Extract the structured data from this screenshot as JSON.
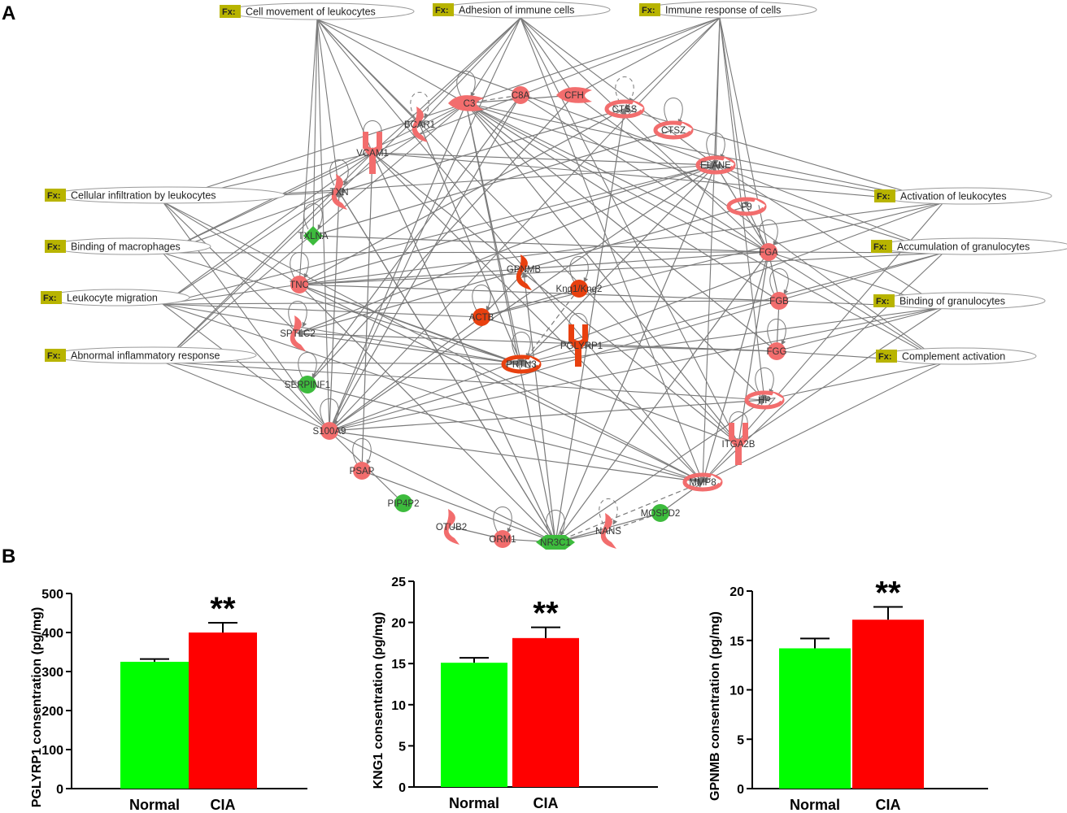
{
  "panels": {
    "a": "A",
    "b": "B"
  },
  "network": {
    "fx_tag": "Fx:",
    "functions": [
      "Cell movement of leukocytes",
      "Adhesion of immune cells",
      "Immune response of cells",
      "Cellular infiltration by leukocytes",
      "Binding of macrophages",
      "Leukocyte migration",
      "Abnormal inflammatory response",
      "Activation of leukocytes",
      "Accumulation of granulocytes",
      "Binding of granulocytes",
      "Complement activation"
    ],
    "molecules": [
      {
        "id": "C3",
        "label": "C3",
        "status": "up"
      },
      {
        "id": "C8A",
        "label": "C8A",
        "status": "up"
      },
      {
        "id": "CFH",
        "label": "CFH",
        "status": "up"
      },
      {
        "id": "CTSS",
        "label": "CTSS",
        "status": "up"
      },
      {
        "id": "CTSZ",
        "label": "CTSZ",
        "status": "up"
      },
      {
        "id": "ELANE",
        "label": "ELANE",
        "status": "up"
      },
      {
        "id": "F9",
        "label": "F9",
        "status": "up"
      },
      {
        "id": "FGA",
        "label": "FGA",
        "status": "up"
      },
      {
        "id": "FGB",
        "label": "FGB",
        "status": "up"
      },
      {
        "id": "FGG",
        "label": "FGG",
        "status": "up"
      },
      {
        "id": "HP",
        "label": "HP",
        "status": "up"
      },
      {
        "id": "ITGA2B",
        "label": "ITGA2B",
        "status": "up"
      },
      {
        "id": "MMP8",
        "label": "MMP8",
        "status": "up"
      },
      {
        "id": "MOSPD2",
        "label": "MOSPD2",
        "status": "down"
      },
      {
        "id": "NANS",
        "label": "NANS",
        "status": "up"
      },
      {
        "id": "NR3C1",
        "label": "NR3C1",
        "status": "down"
      },
      {
        "id": "ORM1",
        "label": "ORM1",
        "status": "up"
      },
      {
        "id": "OTUB2",
        "label": "OTUB2",
        "status": "up"
      },
      {
        "id": "PIP4P2",
        "label": "PIP4P2",
        "status": "down"
      },
      {
        "id": "PSAP",
        "label": "PSAP",
        "status": "up"
      },
      {
        "id": "S100A9",
        "label": "S100A9",
        "status": "up"
      },
      {
        "id": "SERPINF1",
        "label": "SERPINF1",
        "status": "down"
      },
      {
        "id": "SPTLC2",
        "label": "SPTLC2",
        "status": "up"
      },
      {
        "id": "TNC",
        "label": "TNC",
        "status": "up"
      },
      {
        "id": "TXLNA",
        "label": "TXLNA",
        "status": "down"
      },
      {
        "id": "TXN",
        "label": "TXN",
        "status": "up"
      },
      {
        "id": "VCAM1",
        "label": "VCAM1",
        "status": "up"
      },
      {
        "id": "BCAR1",
        "label": "BCAR1",
        "status": "up"
      },
      {
        "id": "GPNMB",
        "label": "GPNMB",
        "status": "up_strong"
      },
      {
        "id": "KNG",
        "label": "Kng1/Kng2",
        "status": "up_strong"
      },
      {
        "id": "ACTB",
        "label": "ACTB",
        "status": "up_strong"
      },
      {
        "id": "PGLYRP1",
        "label": "PGLYRP1",
        "status": "up_strong"
      },
      {
        "id": "PRTN3",
        "label": "PRTN3",
        "status": "up_strong"
      }
    ]
  },
  "colors": {
    "up": "#f26d6d",
    "up_strong": "#e8400f",
    "down": "#3dbb3d",
    "edge": "#7a7a7a",
    "normal_bar": "#00ff00",
    "cia_bar": "#ff0000",
    "fx_tag_bg": "#b8b400"
  },
  "chart_data": [
    {
      "type": "bar",
      "categories": [
        "Normal",
        "CIA"
      ],
      "values": [
        325,
        400
      ],
      "errors": [
        7,
        25
      ],
      "ylabel": "PGLYRP1 consentration (pg/mg)",
      "ylim": [
        0,
        500
      ],
      "yticks": [
        0,
        100,
        200,
        300,
        400,
        500
      ],
      "significance": "**"
    },
    {
      "type": "bar",
      "categories": [
        "Normal",
        "CIA"
      ],
      "values": [
        15.1,
        18.1
      ],
      "errors": [
        0.6,
        1.3
      ],
      "ylabel": "KNG1 consentration (pg/mg)",
      "ylim": [
        0,
        25
      ],
      "yticks": [
        0,
        5,
        10,
        15,
        20,
        25
      ],
      "significance": "**"
    },
    {
      "type": "bar",
      "categories": [
        "Normal",
        "CIA"
      ],
      "values": [
        14.2,
        17.1
      ],
      "errors": [
        1.0,
        1.3
      ],
      "ylabel": "GPNMB consentration (pg/mg)",
      "ylim": [
        0,
        20
      ],
      "yticks": [
        0,
        5,
        10,
        15,
        20
      ],
      "significance": "**"
    }
  ]
}
